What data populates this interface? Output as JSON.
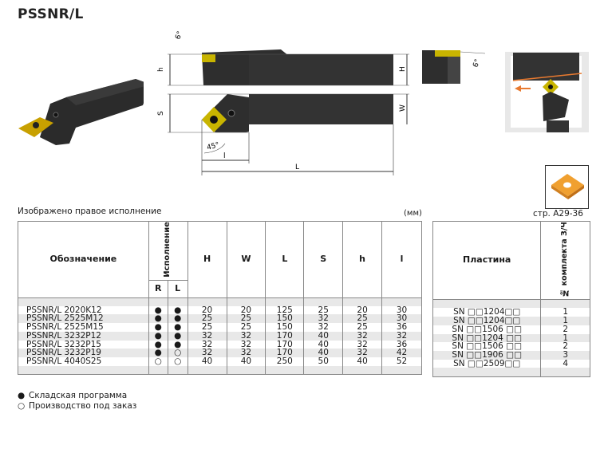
{
  "title": "PSSNR/L",
  "caption": "Изображено правое исполнение",
  "units": "(мм)",
  "page_ref": "стр. A29-36",
  "drawing": {
    "angle_top": "6°",
    "angle_side": "6°",
    "angle_45": "45°",
    "dims": {
      "h": "h",
      "H": "H",
      "S": "S",
      "W": "W",
      "l": "l",
      "L": "L"
    }
  },
  "table": {
    "headers": {
      "designation": "Обозначение",
      "execution": "Исполнение",
      "r": "R",
      "l_exec": "L",
      "H": "H",
      "W": "W",
      "L": "L",
      "S": "S",
      "h": "h",
      "l": "l"
    },
    "rows": [
      {
        "name": "PSSNR/L 2020K12",
        "R": "●",
        "L": "●",
        "H": "20",
        "W": "20",
        "Lv": "125",
        "S": "25",
        "h": "20",
        "l": "30"
      },
      {
        "name": "PSSNR/L 2525M12",
        "R": "●",
        "L": "●",
        "H": "25",
        "W": "25",
        "Lv": "150",
        "S": "32",
        "h": "25",
        "l": "30"
      },
      {
        "name": "PSSNR/L 2525M15",
        "R": "●",
        "L": "●",
        "H": "25",
        "W": "25",
        "Lv": "150",
        "S": "32",
        "h": "25",
        "l": "36"
      },
      {
        "name": "PSSNR/L 3232P12",
        "R": "●",
        "L": "●",
        "H": "32",
        "W": "32",
        "Lv": "170",
        "S": "40",
        "h": "32",
        "l": "32"
      },
      {
        "name": "PSSNR/L 3232P15",
        "R": "●",
        "L": "●",
        "H": "32",
        "W": "32",
        "Lv": "170",
        "S": "40",
        "h": "32",
        "l": "36"
      },
      {
        "name": "PSSNR/L 3232P19",
        "R": "●",
        "L": "○",
        "H": "32",
        "W": "32",
        "Lv": "170",
        "S": "40",
        "h": "32",
        "l": "42"
      },
      {
        "name": "PSSNR/L 4040S25",
        "R": "○",
        "L": "○",
        "H": "40",
        "W": "40",
        "Lv": "250",
        "S": "50",
        "h": "40",
        "l": "52"
      }
    ]
  },
  "inserts": {
    "headers": {
      "insert": "Пластина",
      "kit": "№ комплекта З/Ч"
    },
    "rows": [
      {
        "insert": "SN □□1204□□",
        "kit": "1"
      },
      {
        "insert": "SN □□1204□□",
        "kit": "1"
      },
      {
        "insert": "SN □□1506 □□",
        "kit": "2"
      },
      {
        "insert": "SN □□1204 □□",
        "kit": "1"
      },
      {
        "insert": "SN □□1506 □□",
        "kit": "2"
      },
      {
        "insert": "SN □□1906 □□",
        "kit": "3"
      },
      {
        "insert": "SN □□2509□□",
        "kit": "4"
      }
    ]
  },
  "legend": [
    {
      "symbol": "●",
      "text": "Складская программа"
    },
    {
      "symbol": "○",
      "text": "Производство под заказ"
    }
  ]
}
